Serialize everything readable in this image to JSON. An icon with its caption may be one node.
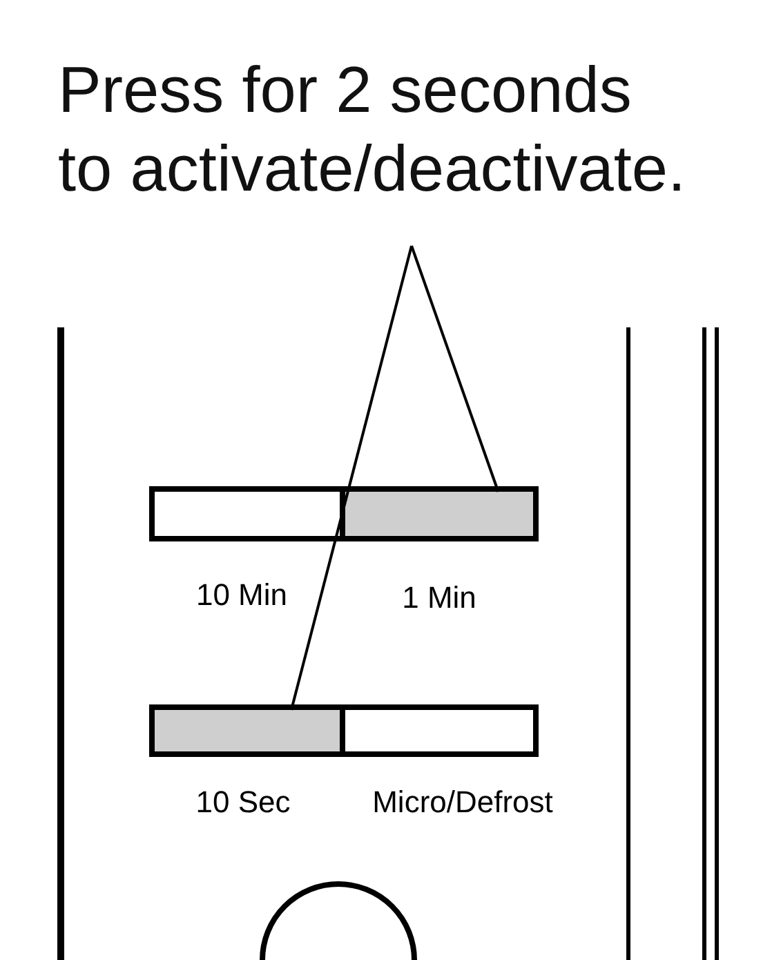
{
  "diagram": {
    "nodes": [
      {
        "text": [
          "Press for 2 seconds to activate/deactivate."
        ]
      },
      {
        "text": [],
        "shape": "box",
        "beside": [
          "10 Min"
        ]
      },
      {
        "text": [],
        "shape": "box",
        "beside": [
          "1 Min"
        ]
      },
      {
        "text": [],
        "shape": "box",
        "beside": [
          "10 Sec"
        ]
      },
      {
        "text": [],
        "shape": "box",
        "beside": [
          "Micro/Defrost"
        ]
      }
    ],
    "edges": [
      {
        "from": 0,
        "to": 2,
        "arrow": "none"
      },
      {
        "from": 0,
        "to": 3,
        "arrow": "none"
      }
    ]
  }
}
